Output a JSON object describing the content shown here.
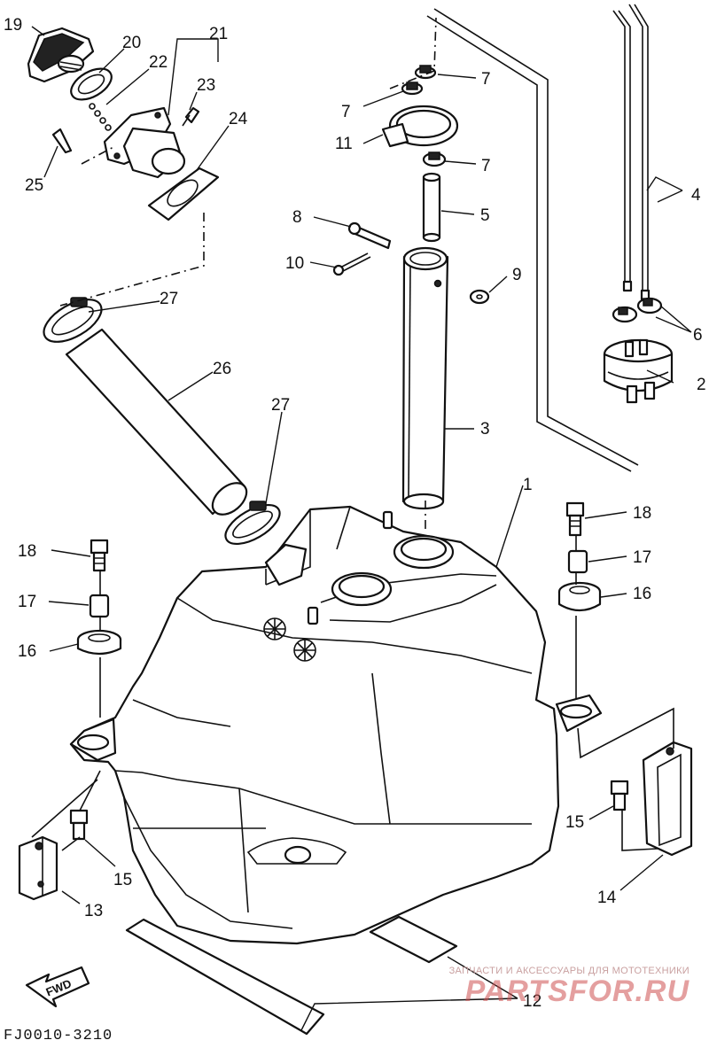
{
  "diagram": {
    "code": "FJ0010-3210",
    "fwd_label": "FWD",
    "callouts": [
      {
        "id": "c1",
        "text": "1"
      },
      {
        "id": "c2",
        "text": "2"
      },
      {
        "id": "c3",
        "text": "3"
      },
      {
        "id": "c4",
        "text": "4"
      },
      {
        "id": "c5",
        "text": "5"
      },
      {
        "id": "c6",
        "text": "6"
      },
      {
        "id": "c7a",
        "text": "7"
      },
      {
        "id": "c7b",
        "text": "7"
      },
      {
        "id": "c7c",
        "text": "7"
      },
      {
        "id": "c8",
        "text": "8"
      },
      {
        "id": "c9",
        "text": "9"
      },
      {
        "id": "c10",
        "text": "10"
      },
      {
        "id": "c11",
        "text": "11"
      },
      {
        "id": "c12",
        "text": "12"
      },
      {
        "id": "c13",
        "text": "13"
      },
      {
        "id": "c14",
        "text": "14"
      },
      {
        "id": "c15a",
        "text": "15"
      },
      {
        "id": "c15b",
        "text": "15"
      },
      {
        "id": "c16a",
        "text": "16"
      },
      {
        "id": "c16b",
        "text": "16"
      },
      {
        "id": "c17a",
        "text": "17"
      },
      {
        "id": "c17b",
        "text": "17"
      },
      {
        "id": "c18a",
        "text": "18"
      },
      {
        "id": "c18b",
        "text": "18"
      },
      {
        "id": "c19",
        "text": "19"
      },
      {
        "id": "c20",
        "text": "20"
      },
      {
        "id": "c21",
        "text": "21"
      },
      {
        "id": "c22",
        "text": "22"
      },
      {
        "id": "c23",
        "text": "23"
      },
      {
        "id": "c24",
        "text": "24"
      },
      {
        "id": "c25",
        "text": "25"
      },
      {
        "id": "c26",
        "text": "26"
      },
      {
        "id": "c27a",
        "text": "27"
      },
      {
        "id": "c27b",
        "text": "27"
      }
    ]
  },
  "watermark": {
    "tagline": "ЗАПЧАСТИ И АКСЕССУАРЫ ДЛЯ МОТОТЕХНИКИ",
    "brand": "PARTSFOR.RU",
    "color": "#cd5050"
  }
}
